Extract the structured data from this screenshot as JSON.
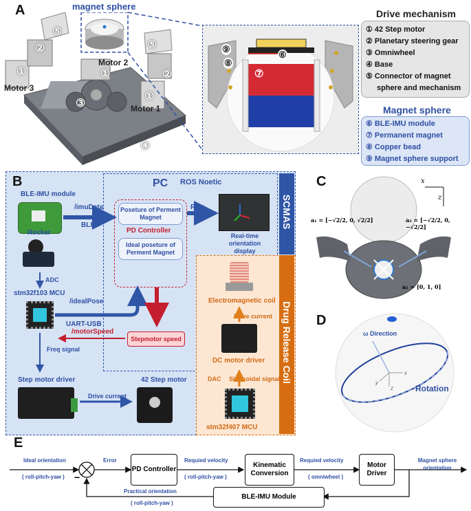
{
  "panels": {
    "A": "A",
    "B": "B",
    "C": "C",
    "D": "D",
    "E": "E"
  },
  "panel_a": {
    "magnet_sphere_title": "magnet sphere",
    "motor1": "Motor 1",
    "motor2": "Motor 2",
    "motor3": "Motor 3",
    "drive_title": "Drive mechanism",
    "drive_items": [
      "① 42 Step motor",
      "② Planetary steering gear",
      "③ Omniwheel",
      "④ Base",
      "⑤ Connector of magnet",
      "sphere and mechanism"
    ],
    "magnet_title": "Magnet sphere",
    "magnet_items": [
      "⑥ BLE-IMU module",
      "⑦ Permanent magnet",
      "⑧ Copper bead",
      "⑨ Magnet sphere support"
    ],
    "callouts": {
      "c1": "①",
      "c2": "②",
      "c3": "③",
      "c4": "④",
      "c5": "⑤",
      "c6": "⑥",
      "c7": "⑦",
      "c8": "⑧",
      "c9": "⑨"
    }
  },
  "panel_b": {
    "ble_module": "BLE-IMU module",
    "imu_data": "/imuData",
    "ble": "BLE",
    "pc": "PC",
    "ros": "ROS Noetic",
    "poseture": "Poseture of Perment Magnet",
    "pd_controller": "PD Controller",
    "ideal_poseture": "Ideal poseture of Perment Magnet",
    "rviz": "Rviz",
    "realtime": "Real-time orientation display",
    "scmas": "SCMAS",
    "rocker": "Rocker",
    "adc": "ADC",
    "stm32f103": "stm32f103 MCU",
    "ideal_pose": "/idealPose",
    "uart": "UART-USB",
    "motor_speed": "/motorSpeed",
    "stepmotor_speed": "Stepmotor speed",
    "freq": "Freq signal",
    "step_driver": "Step motor driver",
    "drive_current": "Drive current",
    "step_motor": "42 Step motor",
    "drug_release": "Drug Release Coil",
    "em_coil": "Electromagnetic coil",
    "coil_drive_current": "Drive current",
    "dc_driver": "DC motor driver",
    "dac": "DAC",
    "sin_signal": "Sinusoidal signal",
    "stm32f407": "stm32f407 MCU"
  },
  "panel_c": {
    "x": "x",
    "z": "z",
    "a1": "a₁ = [−√2/2, 0, √2/2]",
    "a3": "a₃ = [−√2/2, 0, −√2/2]",
    "a2": "a₂ = [0, 1, 0]"
  },
  "panel_d": {
    "omega": "ω Direction",
    "rotation": "Rotation",
    "x": "x",
    "y": "y",
    "z": "z"
  },
  "panel_e": {
    "ideal_orientation": "Ideal orientation",
    "ideal_rpy": "( roll-pitch-yaw )",
    "error": "Error",
    "pd": "PD Controller",
    "req_vel1": "Requied velocity",
    "req_rpy": "( roll-pitch-yaw )",
    "kinematic": "Kinematic Conversion",
    "req_vel2": "Requied velocity",
    "omniwheel": "( omniwheel )",
    "motor_driver": "Motor Driver",
    "magnet_orientation": "Magnet sphere orientation",
    "ble_imu": "BLE-IMU Module",
    "practical": "Practical orientation",
    "practical_rpy": "( roll-pitch-yaw )",
    "minus": "−"
  },
  "colors": {
    "blue_panel": "#d6e3f5",
    "scmas_bar": "#2f55a6",
    "drug_bar": "#d76d12",
    "orange_panel": "#fde7d3",
    "arrow_blue": "#2f55a6",
    "arrow_red": "#c41e2e",
    "arrow_orange": "#e07f1b"
  }
}
